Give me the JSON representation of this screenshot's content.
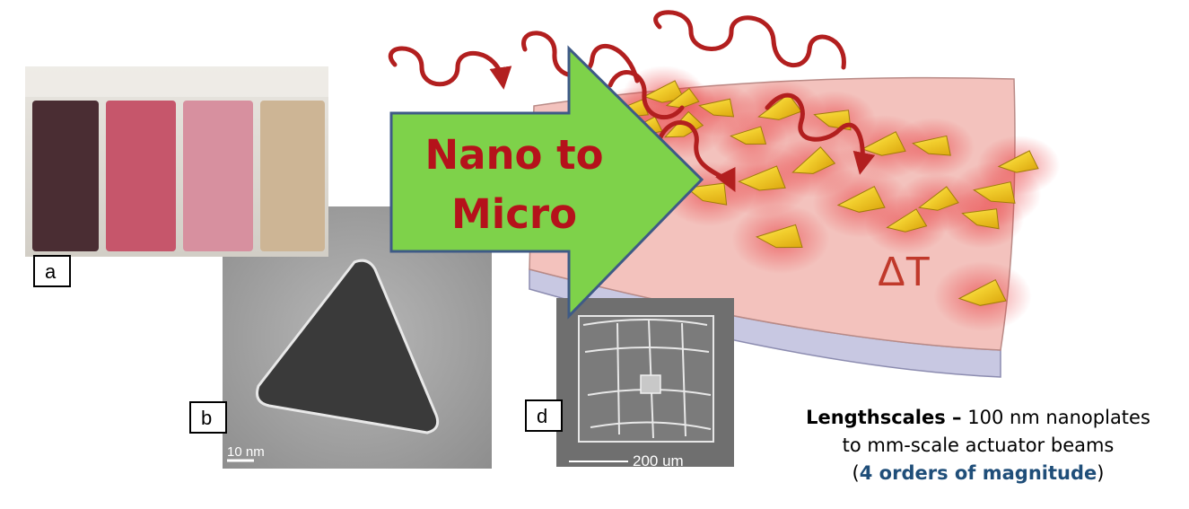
{
  "panels": {
    "a": {
      "label": "a"
    },
    "b": {
      "label": "b",
      "scale_bar": "10 nm"
    },
    "d": {
      "label": "d",
      "scale_bar": "200 um"
    }
  },
  "arrow": {
    "line1": "Nano to",
    "line2": "Micro"
  },
  "beam": {
    "delta_t": "ΔT"
  },
  "caption": {
    "bold_lead": "Lengthscales –",
    "line1_rest": " 100 nm nanoplates",
    "line2": "to mm-scale actuator beams",
    "paren_open": "(",
    "highlight": "4 orders of magnitude",
    "paren_close": ")"
  },
  "colors": {
    "arrow_fill": "#7ed24a",
    "arrow_stroke": "#3e5a86",
    "arrow_text": "#b5121b",
    "wave": "#b21f1f",
    "beam_top": "#f3c2bd",
    "beam_side": "#c8c8e2",
    "plate": "#f2cf2e",
    "delta_t": "#c0392b",
    "highlight": "#1f4e79"
  }
}
